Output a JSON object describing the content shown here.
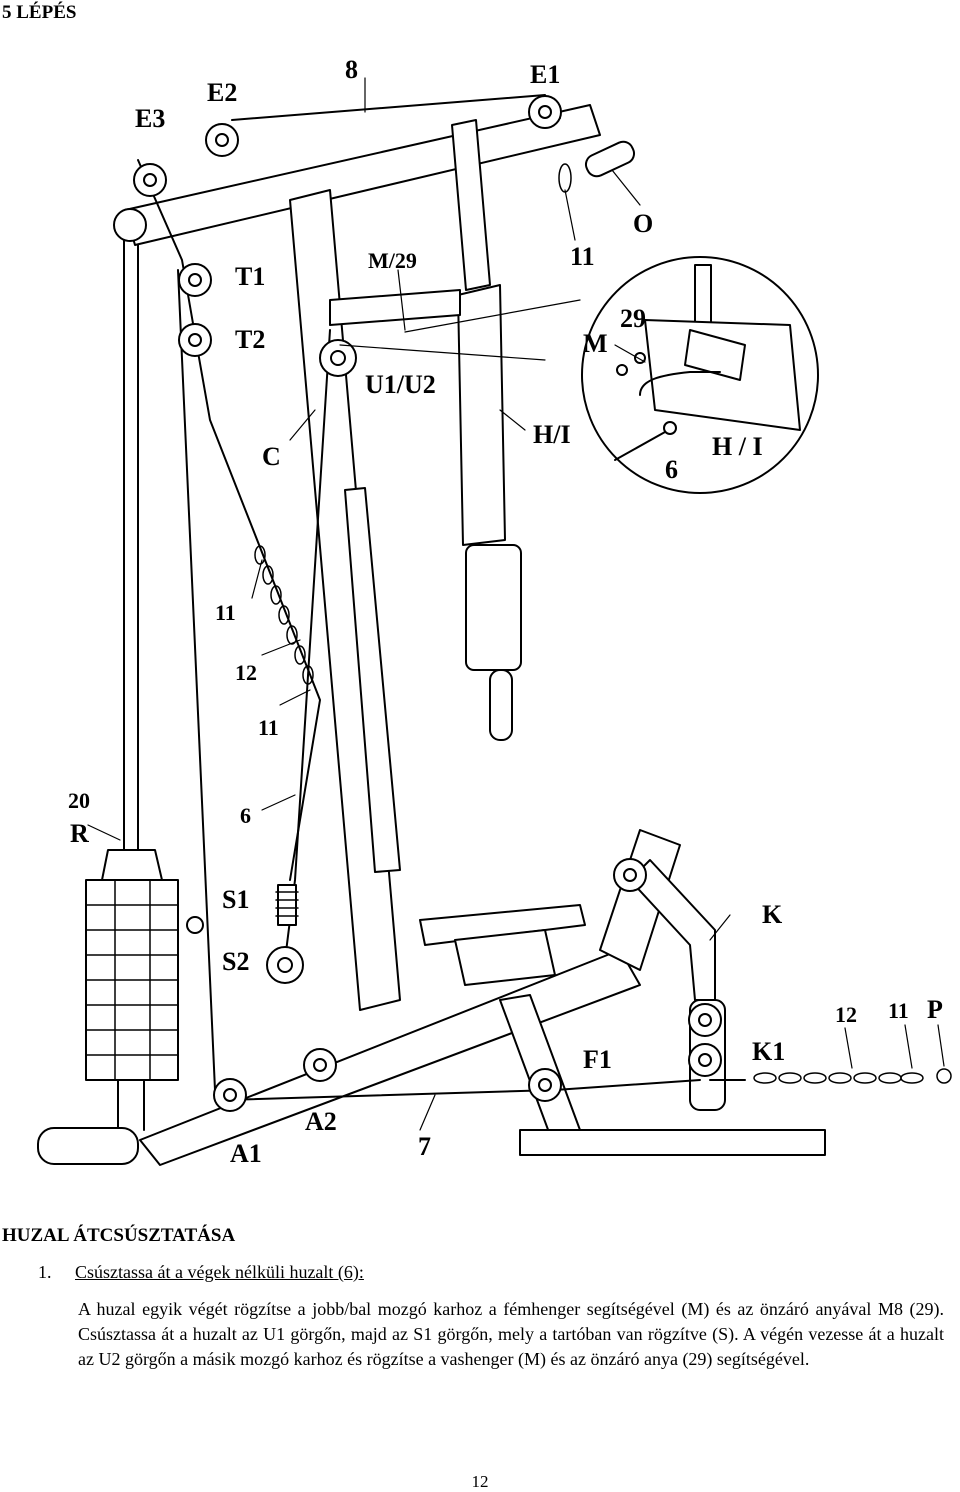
{
  "header": {
    "step_title": "5 LÉPÉS"
  },
  "diagram": {
    "labels": {
      "e3": "E3",
      "e2": "E2",
      "n8": "8",
      "e1": "E1",
      "o": "O",
      "n11_top": "11",
      "m29": "M/29",
      "t1": "T1",
      "t2": "T2",
      "u1u2": "U1/U2",
      "c": "C",
      "hi": "H/I",
      "inset_m": "M",
      "inset_29": "29",
      "inset_hi": "H / I",
      "inset_6": "6",
      "n11_a": "11",
      "n12": "12",
      "n11_b": "11",
      "n20": "20",
      "r": "R",
      "n6": "6",
      "s1": "S1",
      "s2": "S2",
      "k": "K",
      "f1": "F1",
      "k1": "K1",
      "n12_right": "12",
      "n11_right": "11",
      "p": "P",
      "a1": "A1",
      "a2": "A2",
      "n7": "7"
    }
  },
  "section": {
    "title": "HUZAL ÁTCSÚSZTATÁSA",
    "item_number": "1.",
    "item_title": "Csúsztassa át a végek nélküli huzalt (6):",
    "paragraph": "A huzal egyik végét rögzítse a jobb/bal mozgó karhoz a fémhenger segítségével (M) és az önzáró anyával   M8 (29). Csúsztassa át a huzalt az U1 görgőn, majd az S1 görgőn, mely a tartóban van rögzítve (S). A végén vezesse át a huzalt az U2 görgőn a másik mozgó karhoz és rögzítse a vashenger (M) és az önzáró anya (29) segítségével."
  },
  "footer": {
    "page_number": "12"
  }
}
